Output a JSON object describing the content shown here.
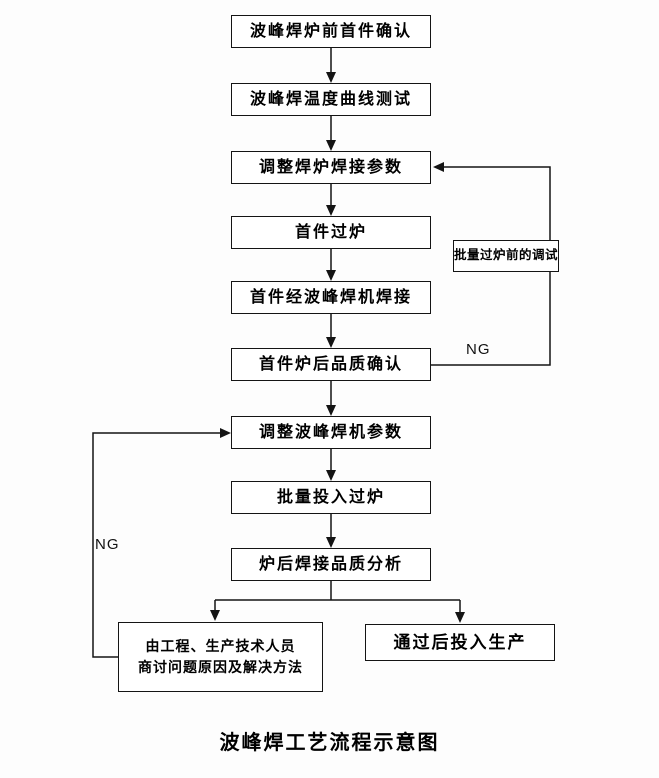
{
  "title": "波峰焊工艺流程示意图",
  "flow": {
    "steps": [
      {
        "label": "波峰焊炉前首件确认"
      },
      {
        "label": "波峰焊温度曲线测试"
      },
      {
        "label": "调整焊炉焊接参数"
      },
      {
        "label": "首件过炉"
      },
      {
        "label": "首件经波峰焊机焊接"
      },
      {
        "label": "首件炉后品质确认"
      },
      {
        "label": "调整波峰焊机参数"
      },
      {
        "label": "批量投入过炉"
      },
      {
        "label": "炉后焊接品质分析"
      }
    ],
    "side_note": "批量过炉前的调试",
    "discuss": {
      "line1": "由工程、生产技术人员",
      "line2": "商讨问题原因及解决方法"
    },
    "production": "通过后投入生产",
    "ng_right": "NG",
    "ng_left": "NG"
  },
  "colors": {
    "line": "#000000",
    "box_border": "#141414",
    "box_fill": "#ffffff",
    "text": "#000000",
    "background": "#ffffff"
  }
}
